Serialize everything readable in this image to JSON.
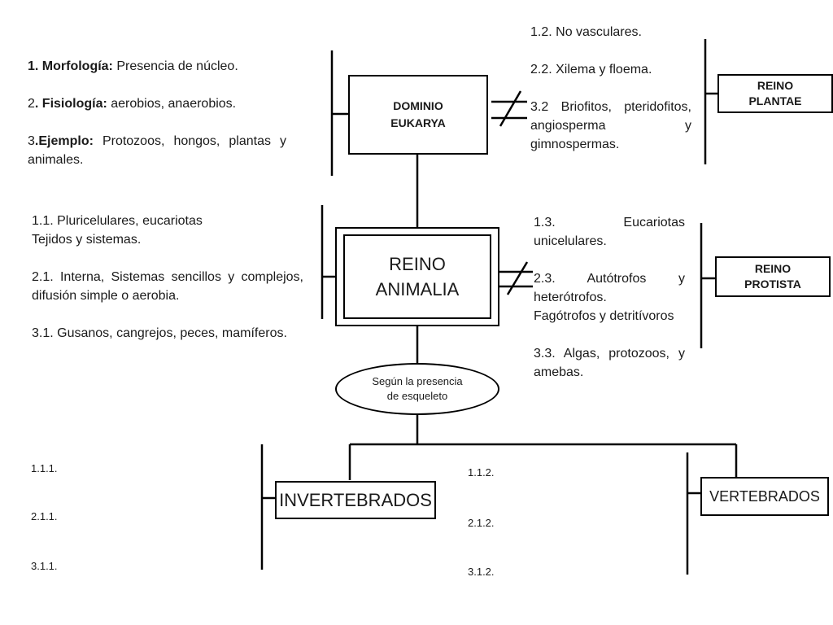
{
  "left_top": {
    "l1_label": "1. Morfología:",
    "l1_text": " Presencia de núcleo.",
    "l2_num": "2",
    "l2_label": ". Fisiología:",
    "l2_text": " aerobios, anaerobios.",
    "l3_num": "3",
    "l3_label": ".Ejemplo:",
    "l3_text": " Protozoos, hongos, plantas y animales."
  },
  "left_mid": {
    "l1": "1.1. Pluricelulares, eucariotas",
    "l1b": "Tejidos y sistemas.",
    "l2": "2.1. Interna, Sistemas sencillos y complejos, difusión simple o aerobia.",
    "l3": "3.1. Gusanos, cangrejos, peces, mamíferos."
  },
  "right_top": {
    "l1": "1.2. No vasculares.",
    "l2": "2.2. Xilema y floema.",
    "l3": "3.2 Briofitos, pteridofitos, angiosperma y gimnospermas."
  },
  "right_mid": {
    "l1": "1.3. Eucariotas unicelulares.",
    "l2a": "2.3. Autótrofos y heterótrofos.",
    "l2b": "Fagótrofos y detritívoros",
    "l3": "3.3. Algas, protozoos, y amebas."
  },
  "boxes": {
    "dominio": "DOMINIO EUKARYA",
    "animalia": "REINO ANIMALIA",
    "plantae": "REINO PLANTAE",
    "protista": "REINO PROTISTA",
    "invertebrados": "INVERTEBRADOS",
    "vertebrados": "VERTEBRADOS",
    "ellipse": "Según la presencia de esqueleto"
  },
  "bottom_left": [
    "1.1.1.",
    "2.1.1.",
    "3.1.1."
  ],
  "bottom_right": [
    "1.1.2.",
    "2.1.2.",
    "3.1.2."
  ]
}
